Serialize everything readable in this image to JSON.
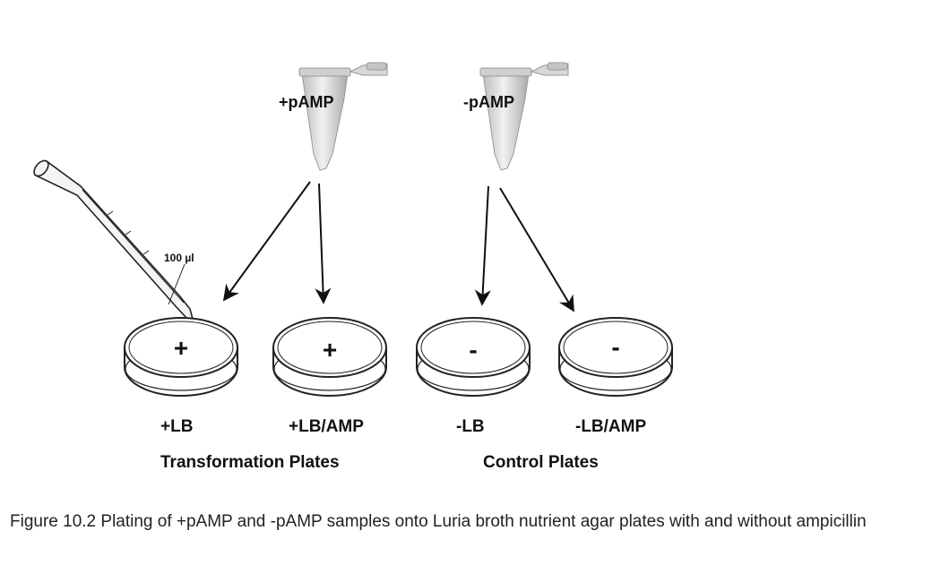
{
  "tubes": {
    "left": {
      "label": "+pAMP"
    },
    "right": {
      "label": "-pAMP"
    }
  },
  "pipette": {
    "volume_label": "100 µl"
  },
  "plates": [
    {
      "symbol": "+",
      "label": "+LB"
    },
    {
      "symbol": "+",
      "label": "+LB/AMP"
    },
    {
      "symbol": "-",
      "label": "-LB"
    },
    {
      "symbol": "-",
      "label": "-LB/AMP"
    }
  ],
  "groups": {
    "transformation": "Transformation Plates",
    "control": "Control Plates"
  },
  "caption": "Figure 10.2 Plating of +pAMP and -pAMP samples onto Luria broth nutrient agar plates with and without ampicillin"
}
